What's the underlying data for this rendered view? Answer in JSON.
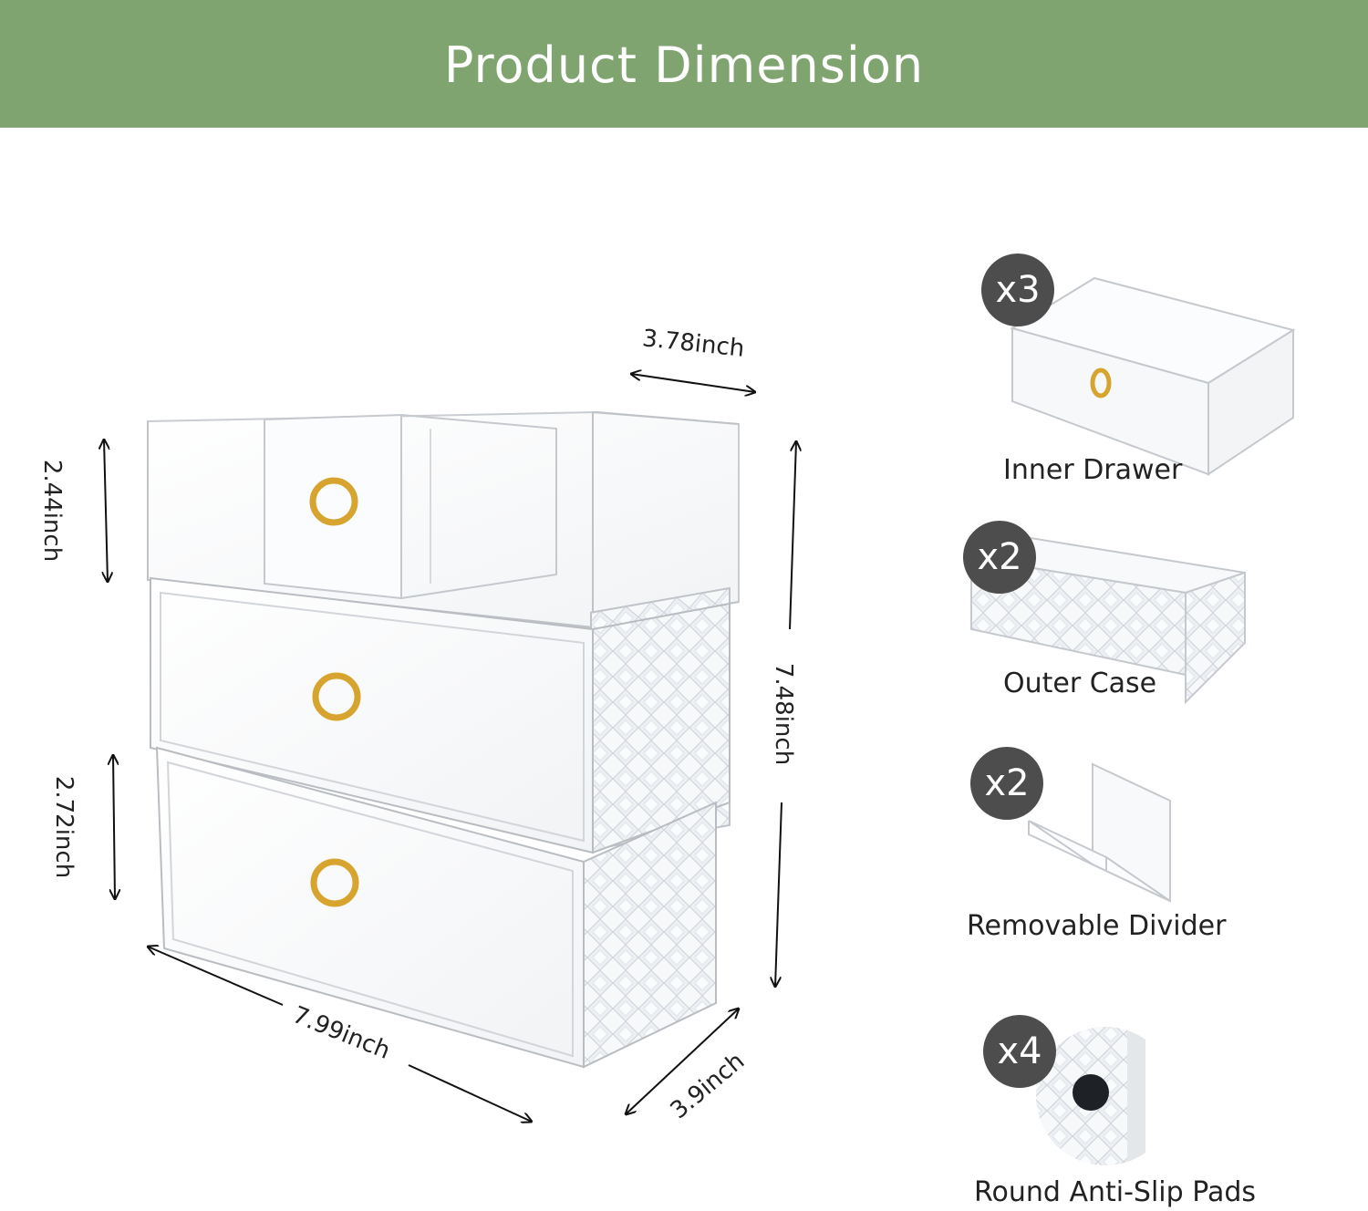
{
  "header": {
    "title": "Product  Dimension",
    "color": "#7fa46f"
  },
  "dimensions": {
    "top_depth": "3.78inch",
    "top_height": "2.44inch",
    "total_height": "7.48inch",
    "drawer_height": "2.72inch",
    "width": "7.99inch",
    "depth": "3.9inch"
  },
  "parts": [
    {
      "qty": "x3",
      "label": "Inner Drawer",
      "icon": "inner-drawer-icon"
    },
    {
      "qty": "x2",
      "label": "Outer Case",
      "icon": "outer-case-icon"
    },
    {
      "qty": "x2",
      "label": "Removable Divider",
      "icon": "divider-icon"
    },
    {
      "qty": "x4",
      "label": "Round Anti-Slip Pads",
      "icon": "anti-slip-pad-icon"
    }
  ],
  "colors": {
    "badge": "#4d4d4d",
    "ring": "#d7a52f"
  }
}
